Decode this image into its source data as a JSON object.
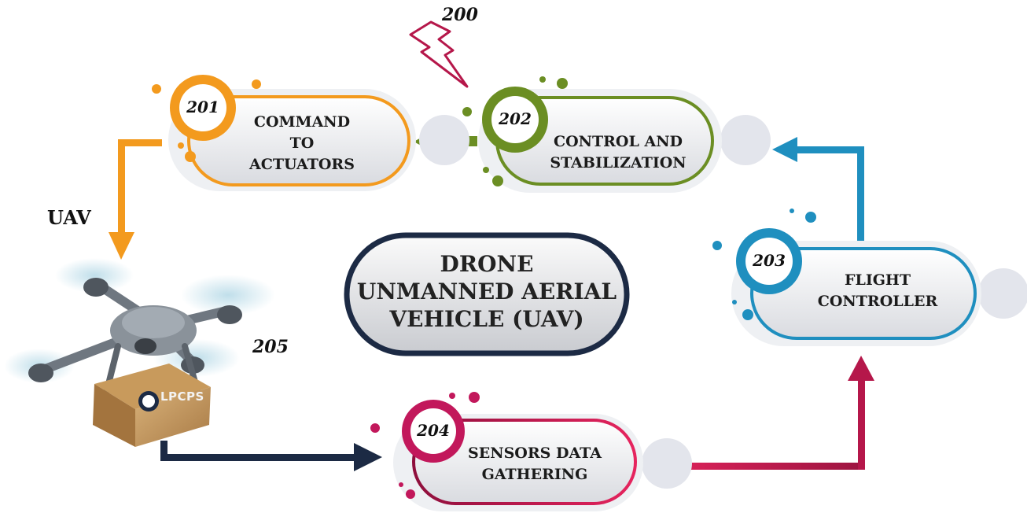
{
  "figure_label": "200",
  "uav_label": "UAV",
  "drone_ref": "205",
  "center_title": {
    "line1": "DRONE",
    "line2": "UNMANNED AERIAL",
    "line3": "VEHICLE (UAV)"
  },
  "nodes": [
    {
      "num": "201",
      "line1": "COMMAND",
      "line2": "TO",
      "line3": "ACTUATORS",
      "color": "#f39a1e"
    },
    {
      "num": "202",
      "line1": "CONTROL AND",
      "line2": "STABILIZATION",
      "color": "#6b8e23"
    },
    {
      "num": "203",
      "line1": "FLIGHT",
      "line2": "CONTROLLER",
      "color": "#1f8fbf"
    },
    {
      "num": "204",
      "line1": "SENSORS DATA",
      "line2": "GATHERING",
      "color": "#c2185b"
    }
  ],
  "package_logo": "LPCPS",
  "colors": {
    "orange": "#f39a1e",
    "green": "#6b8e23",
    "blue": "#1f8fbf",
    "magenta": "#c2185b",
    "navy": "#1c2a44",
    "lightning": "#b5174a"
  },
  "icons": [
    "lightning-icon",
    "drone-icon",
    "package-icon"
  ]
}
